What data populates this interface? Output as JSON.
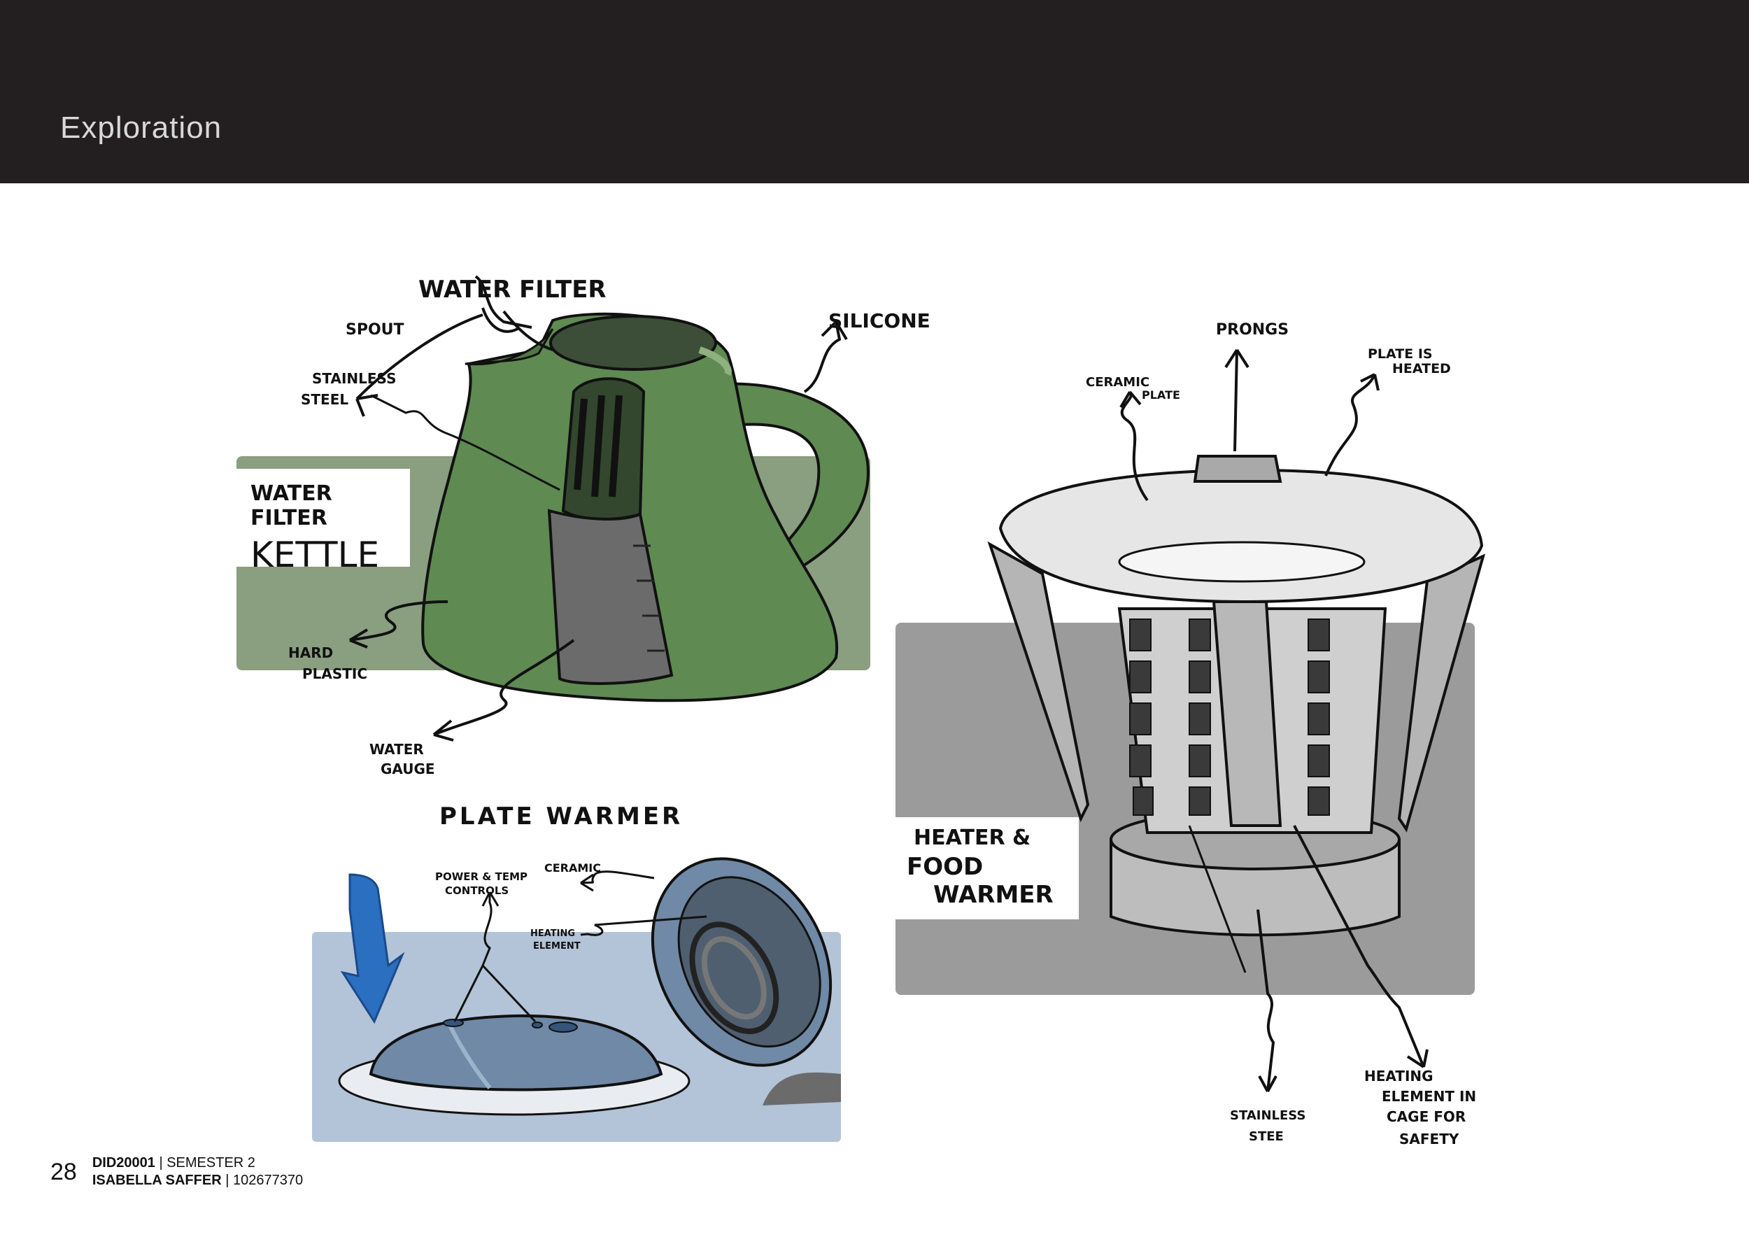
{
  "header": {
    "title": "Exploration"
  },
  "kettle": {
    "box_line1": "WATER FILTER",
    "box_line2": "KETTLE",
    "labels": {
      "water_filter": "WATER FILTER",
      "spout": "SPOUT",
      "stainless_1": "STAINLESS",
      "stainless_2": "STEEL",
      "silicone": "SILICONE",
      "hard_1": "HARD",
      "hard_2": "PLASTIC",
      "gauge_1": "WATER",
      "gauge_2": "GAUGE"
    },
    "colors": {
      "body": "#5f8a52",
      "dark": "#3d5b37",
      "panel": "#8a9e80"
    }
  },
  "plate_warmer": {
    "title": "PLATE WARMER",
    "labels": {
      "power_1": "POWER & TEMP",
      "power_2": "CONTROLS",
      "ceramic": "CERAMIC",
      "heating_1": "HEATING",
      "heating_2": "ELEMENT"
    },
    "colors": {
      "panel": "#b3c3d8",
      "arrow": "#2a6fc0",
      "lid": "#6f89a7"
    }
  },
  "heater": {
    "box_line1": "HEATER &",
    "box_line2": "FOOD",
    "box_line3": "WARMER",
    "labels": {
      "prongs": "PRONGS",
      "plate_1": "PLATE IS",
      "plate_2": "HEATED",
      "ceramic_1": "CERAMIC",
      "ceramic_2": "PLATE",
      "stainless_1": "STAINLESS",
      "stainless_2": "STEE",
      "heating_1": "HEATING",
      "heating_2": "ELEMENT IN",
      "heating_3": "CAGE FOR",
      "heating_4": "SAFETY"
    },
    "colors": {
      "panel": "#9b9b9b",
      "body": "#bdbdbd",
      "plate": "#e6e6e6"
    }
  },
  "footer": {
    "page": "28",
    "course": "DID20001",
    "semester": "| SEMESTER 2",
    "author": "ISABELLA SAFFER",
    "id": "| 102677370"
  }
}
